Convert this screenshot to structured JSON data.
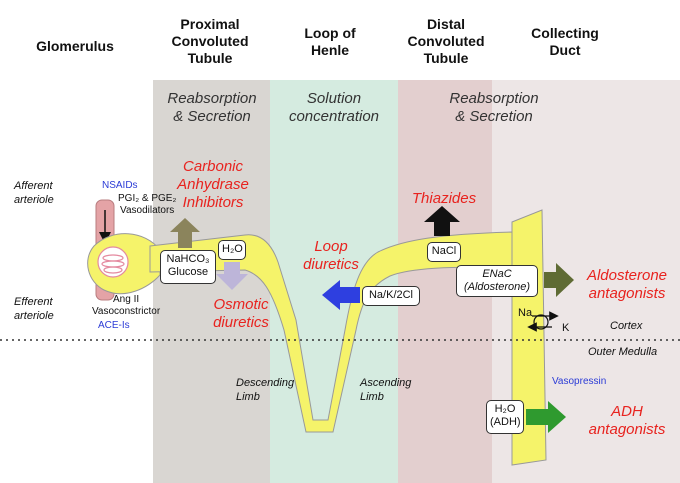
{
  "headers": {
    "glomerulus": "Glomerulus",
    "pct": "Proximal\nConvoluted\nTubule",
    "loop": "Loop of\nHenle",
    "dct": "Distal\nConvoluted\nTubule",
    "cd": "Collecting\nDuct"
  },
  "band_labels": {
    "pct": "Reabsorption\n& Secretion",
    "loop": "Solution\nconcentration",
    "dct": "Reabsorption\n& Secretion"
  },
  "left": {
    "afferent": "Afferent\narteriole",
    "efferent": "Efferent\narteriole",
    "nsaids": "NSAIDs",
    "pgi": "PGI₂ & PGE₂\nVasodilators",
    "ang": "Ang II\nVasoconstrictor",
    "acei": "ACE-Is"
  },
  "drugs": {
    "carbonic": "Carbonic\nAnhydrase\nInhibitors",
    "osmotic": "Osmotic\ndiuretics",
    "loop": "Loop\ndiuretics",
    "thiazides": "Thiazides",
    "aldo": "Aldosterone\nantagonists",
    "adh": "ADH\nantagonists"
  },
  "boxes": {
    "nahco3": "NaHCO₃\nGlucose",
    "h2o": "H₂O",
    "nak2cl": "Na/K/2Cl",
    "nacl": "NaCl",
    "enac": "ENaC\n(Aldosterone)",
    "h2o_adh": "H₂O\n(ADH)"
  },
  "labels": {
    "descending": "Descending\nLimb",
    "ascending": "Ascending\nLimb",
    "na": "Na",
    "k": "K",
    "cortex": "Cortex",
    "medulla": "Outer Medulla",
    "vasopressin": "Vasopressin"
  },
  "colors": {
    "pct_band": "#d9d6d2",
    "loop_band": "#d5ebe0",
    "dct_band": "#e3cfcf",
    "cd_band": "#ede6e6",
    "tubule": "#f5f36a",
    "drug_red": "#e8231f",
    "blue_text": "#2b3bd6"
  }
}
